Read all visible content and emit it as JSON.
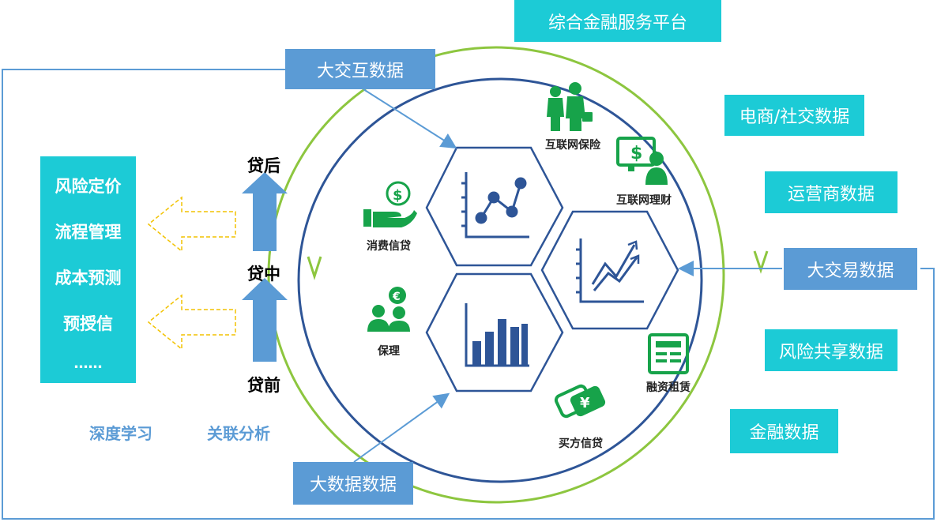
{
  "platform": {
    "title": "综合金融服务平台"
  },
  "inputs": {
    "interaction": "大交互数据",
    "ecommerce": "电商/社交数据",
    "operator": "运营商数据",
    "transaction": "大交易数据",
    "risk_sharing": "风险共享数据",
    "finance": "金融数据",
    "bigdata": "大数据数据"
  },
  "services": {
    "insurance": "互联网保险",
    "wealth": "互联网理财",
    "consumer_credit": "消费信贷",
    "factoring": "保理",
    "leasing": "融资租赁",
    "buyer_credit": "买方信贷"
  },
  "stages": {
    "post": "贷后",
    "mid": "贷中",
    "pre": "贷前"
  },
  "left_panel": {
    "items": [
      "风险定价",
      "流程管理",
      "成本预测",
      "预授信",
      "……"
    ]
  },
  "methods": {
    "deep_learning": "深度学习",
    "association": "关联分析"
  },
  "colors": {
    "teal": "#1ccbd6",
    "blue": "#5b9bd5",
    "dark_blue": "#2e5597",
    "green": "#8dc63f",
    "icon_green": "#17a34a"
  }
}
